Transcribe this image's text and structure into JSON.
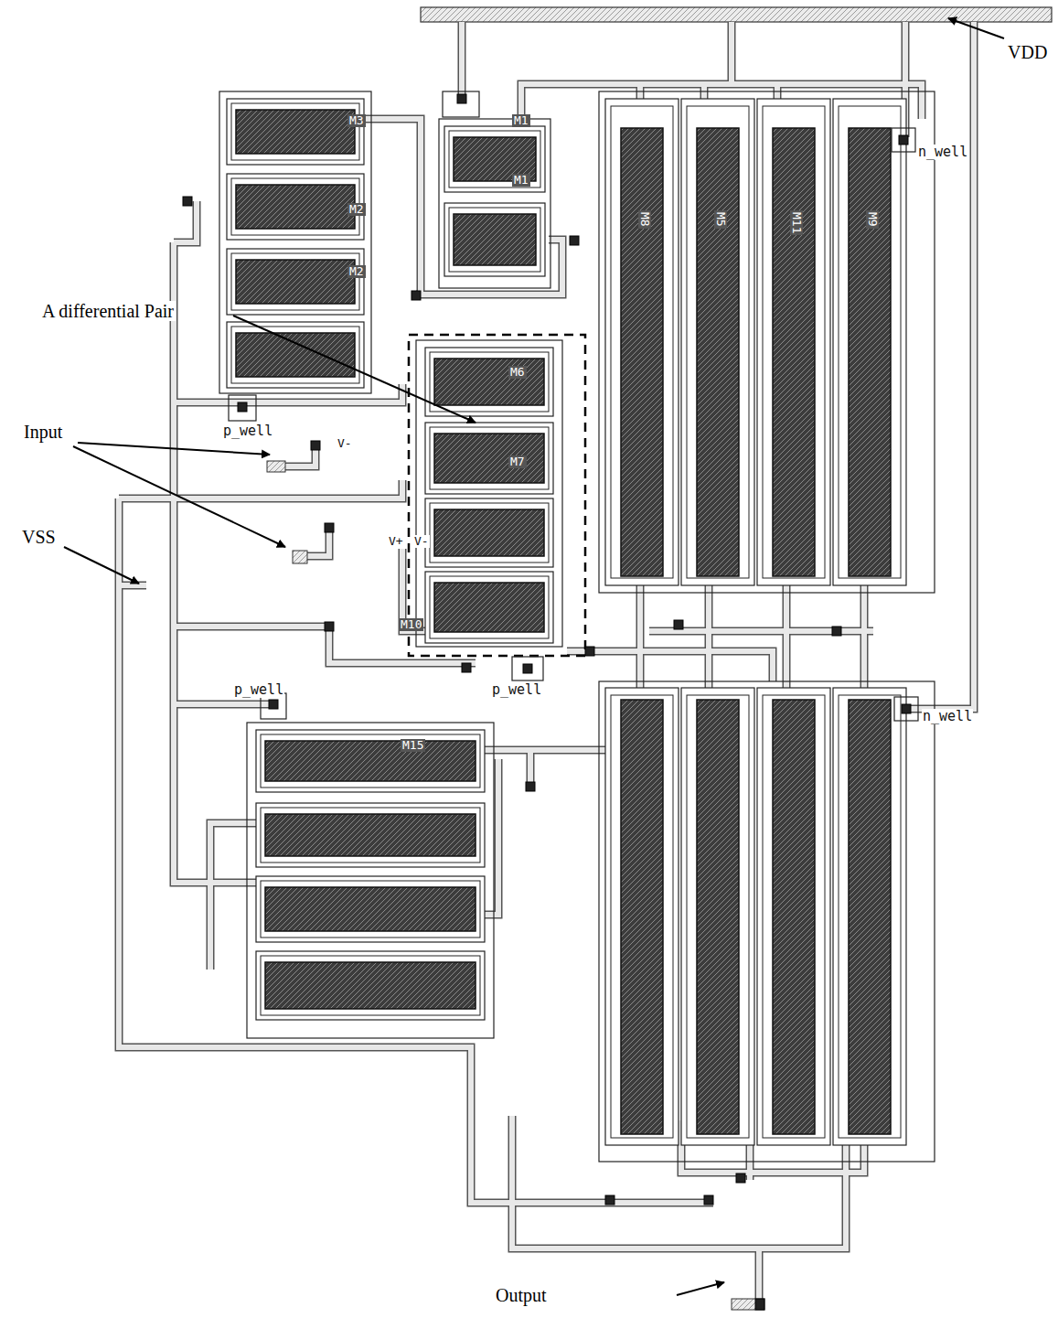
{
  "diagram": {
    "labels": [
      "VDD",
      "A differential Pair",
      "Input",
      "VSS",
      "Output",
      "p_well",
      "p_well",
      "p_well",
      "n_well",
      "n_well",
      "M3",
      "M2",
      "M2",
      "M1",
      "M1",
      "M6",
      "M7",
      "V-",
      "V+",
      "V-",
      "M10",
      "M8",
      "M5",
      "M11",
      "M9",
      "M15"
    ]
  }
}
